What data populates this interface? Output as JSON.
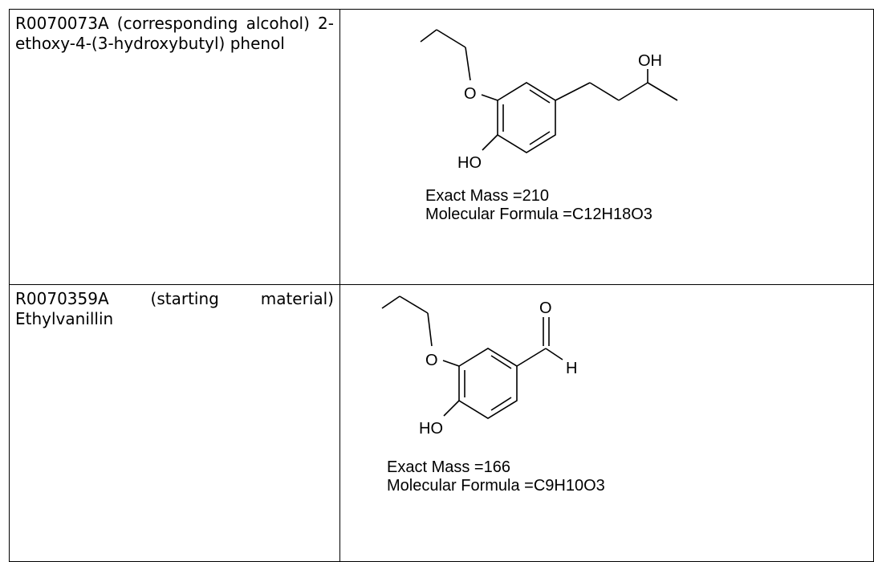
{
  "rows": [
    {
      "name": "R0070073A (corresponding alcohol) 2-ethoxy-4-(3-hydroxybutyl) phenol",
      "structure": {
        "atom_labels": [
          "O",
          "OH",
          "HO"
        ],
        "exact_mass_label": "Exact Mass =210",
        "formula_label": "Molecular Formula =C12H18O3"
      }
    },
    {
      "name": "R0070359A (starting material) Ethylvanillin",
      "structure": {
        "atom_labels": [
          "O",
          "O",
          "H",
          "HO"
        ],
        "exact_mass_label": "Exact Mass =166",
        "formula_label": "Molecular Formula =C9H10O3"
      }
    }
  ]
}
